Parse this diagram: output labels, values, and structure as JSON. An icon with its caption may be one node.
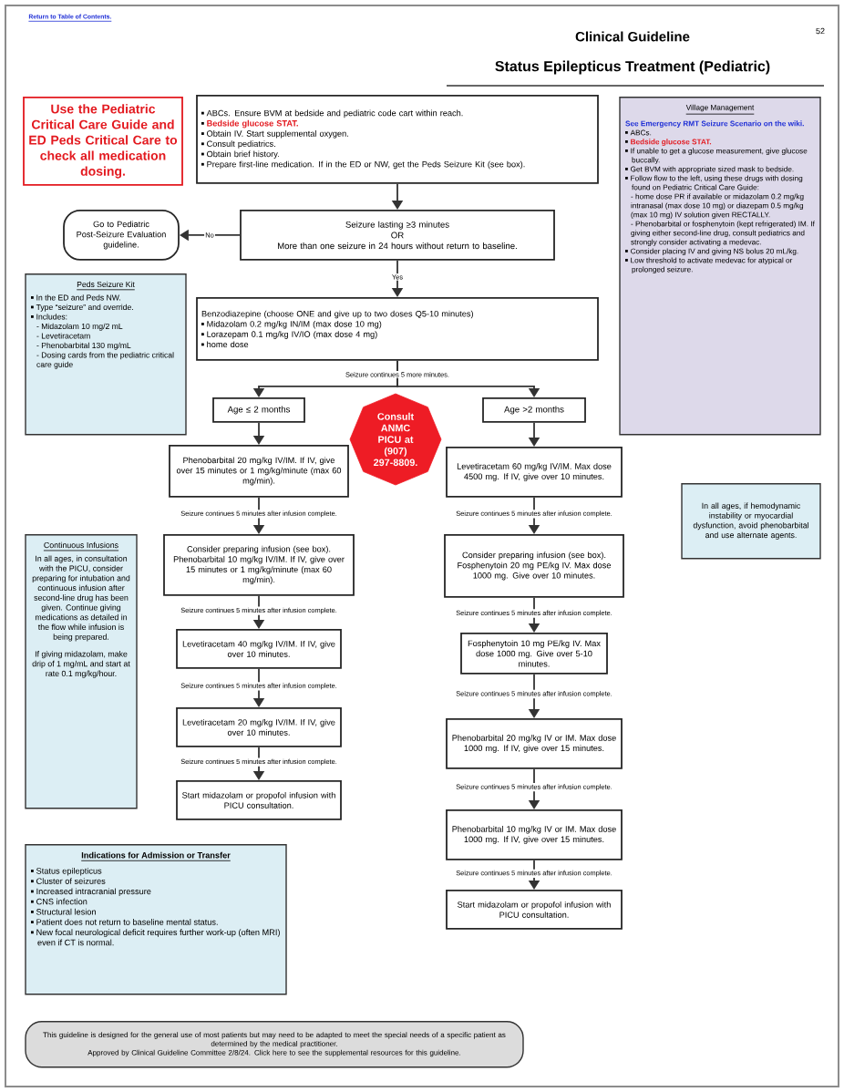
{
  "diagram": {
    "title": "Status Epilepticus Treatment (Pediatric)",
    "nodes": [
      {
        "text": [
          "Use the Pediatric Critical Care Guide and ED Peds Critical Care to check all medication dosing."
        ]
      },
      {
        "text": [
          "ABCs. Ensure BVM at bedside and pediatric code cart within reach.",
          "**Bedside glucose STAT.**",
          "Obtain IV. Start supplemental oxygen.",
          "Consult pediatrics.",
          "Obtain brief history.",
          "Prepare first-line medication. If in the ED or NW, get the Peds Seizure Kit (see box)."
        ]
      },
      {
        "text": [
          "Seizure lasting ≥3 minutes",
          "OR",
          "More than one seizure in 24 hours without return to baseline."
        ]
      },
      {
        "text": [
          "Go to Pediatric Post-Seizure Evaluation guideline."
        ]
      },
      {
        "text": [
          "Benzodiazepine (choose ONE and give up to two doses Q5-10 minutes)",
          "Midazolam 0.2 mg/kg IN/IM (max dose 10 mg)",
          "Lorazepam 0.1 mg/kg IV/IO (max dose 4 mg)",
          "home dose"
        ]
      },
      {
        "text": [
          "Age ≤ 2 months"
        ]
      },
      {
        "text": [
          "Consult ANMC PICU at (907) 297-8809."
        ]
      },
      {
        "text": [
          "Age >2 months"
        ]
      },
      {
        "text": [
          "Phenobarbital 20 mg/kg IV/IM. If IV, give over 15 minutes or 1 mg/kg/minute (max 60 mg/min)."
        ]
      },
      {
        "text": [
          "Consider preparing infusion (see box). Phenobarbital 10 mg/kg IV/IM. If IV, give over 15 minutes or 1 mg/kg/minute (max 60 mg/min)."
        ]
      },
      {
        "text": [
          "Levetiracetam 40 mg/kg IV/IM. If IV, give over 10 minutes."
        ]
      },
      {
        "text": [
          "Levetiracetam 20 mg/kg IV/IM. If IV, give over 10 minutes."
        ]
      },
      {
        "text": [
          "Start midazolam or propofol infusion with PICU consultation."
        ]
      },
      {
        "text": [
          "Levetiracetam 60 mg/kg IV/IM. Max dose 4500 mg. If IV, give over 10 minutes."
        ]
      },
      {
        "text": [
          "Consider preparing infusion (see box). Fosphenytoin 20 mg PE/kg IV. Max dose 1000 mg. Give over 10 minutes."
        ]
      },
      {
        "text": [
          "Fosphenytoin 10 mg PE/kg IV. Max dose 1000 mg. Give over 5-10 minutes."
        ]
      },
      {
        "text": [
          "Phenobarbital 20 mg/kg IV or IM. Max dose 1000 mg. If IV, give over 15 minutes."
        ]
      },
      {
        "text": [
          "Phenobarbital 10 mg/kg IV or IM. Max dose 1000 mg. If IV, give over 15 minutes."
        ]
      },
      {
        "text": [
          "Start midazolam or propofol infusion with PICU consultation."
        ]
      },
      {
        "text": [
          "Peds Seizure Kit",
          "In the ED and Peds NW.",
          "Type “seizure” and override.",
          "Includes:",
          "- Midazolam 10 mg/2 mL",
          "- Levetiracetam",
          "- Phenobarbital 130 mg/mL",
          "- Dosing cards from the pediatric critical care guide"
        ]
      },
      {
        "text": [
          "Continuous Infusions",
          "In all ages, in consultation with the PICU, consider preparing for intubation and continuous infusion after second-line drug has been given. Continue giving medications as detailed in the flow while infusion is being prepared.",
          "If giving midazolam, make drip of 1 mg/mL and start at rate 0.1 mg/kg/hour."
        ]
      },
      {
        "text": [
          "Village Management",
          "See Emergency RMT Seizure Scenario on the wiki.",
          "ABCs.",
          "**Bedside glucose STAT.**",
          "If unable to get a glucose measurement, give glucose buccally.",
          "Get BVM with appropriate sized mask to bedside.",
          "Follow flow to the left, using these drugs with dosing found on Pediatric Critical Care Guide:",
          "- home dose PR if available or midazolam 0.2 mg/kg intranasal (max dose 10 mg) or diazepam 0.5 mg/kg (max 10 mg) IV solution given RECTALLY.",
          "- Phenobarbital or fosphenytoin (kept refrigerated) IM. If giving either second-line drug, consult pediatrics and strongly consider activating a medevac.",
          "Consider placing IV and giving NS bolus 20 mL/kg.",
          "Low threshold to activate medevac for atypical or prolonged seizure."
        ]
      },
      {
        "text": [
          "In all ages, if hemodynamic instability or myocardial dysfunction, avoid phenobarbital and use alternate agents."
        ]
      },
      {
        "text": [
          "Indications for Admission or Transfer",
          "Status epilepticus",
          "Cluster of seizures",
          "Increased intracranial pressure",
          "CNS infection",
          "Structural lesion",
          "Patient does not return to baseline mental status.",
          "New focal neurological deficit requires further work-up (often MRI) even if CT is normal."
        ]
      },
      {
        "text": [
          "This guideline is designed for the general use of most patients but may need to be adapted to meet the special needs of a specific patient as determined by the medical practitioner.",
          "Approved by Clinical Guideline Committee 2/8/24. Click here to see the supplemental resources for this guideline."
        ]
      }
    ],
    "edges": [
      {
        "from": 1,
        "to": 2,
        "arrow": "to"
      },
      {
        "from": 2,
        "to": 3,
        "arrow": "to",
        "label": "No"
      },
      {
        "from": 2,
        "to": 4,
        "arrow": "to",
        "label": "Yes"
      },
      {
        "from": 4,
        "to": 5,
        "arrow": "to",
        "label": "Seizure continues 5 more minutes."
      },
      {
        "from": 4,
        "to": 7,
        "arrow": "to"
      },
      {
        "from": 5,
        "to": 8,
        "arrow": "to"
      },
      {
        "from": 8,
        "to": 9,
        "arrow": "to",
        "label": "Seizure continues 5 minutes after infusion complete."
      },
      {
        "from": 9,
        "to": 10,
        "arrow": "to",
        "label": "Seizure continues 5 minutes after infusion complete."
      },
      {
        "from": 10,
        "to": 11,
        "arrow": "to",
        "label": "Seizure continues 5 minutes after infusion complete."
      },
      {
        "from": 11,
        "to": 12,
        "arrow": "to",
        "label": "Seizure continues 5 minutes after infusion complete."
      },
      {
        "from": 7,
        "to": 13,
        "arrow": "to"
      },
      {
        "from": 13,
        "to": 14,
        "arrow": "to",
        "label": "Seizure continues 5 minutes after infusion complete."
      },
      {
        "from": 14,
        "to": 15,
        "arrow": "to",
        "label": "Seizure continues 5 minutes after infusion complete."
      },
      {
        "from": 15,
        "to": 16,
        "arrow": "to",
        "label": "Seizure continues 5 minutes after infusion complete."
      },
      {
        "from": 16,
        "to": 17,
        "arrow": "to",
        "label": "Seizure continues 5 minutes after infusion complete."
      },
      {
        "from": 17,
        "to": 18,
        "arrow": "to",
        "label": "Seizure continues 5 minutes after infusion complete."
      }
    ],
    "labels": [
      "Return to Table of Contents.",
      "Clinical Guideline",
      "52"
    ]
  }
}
